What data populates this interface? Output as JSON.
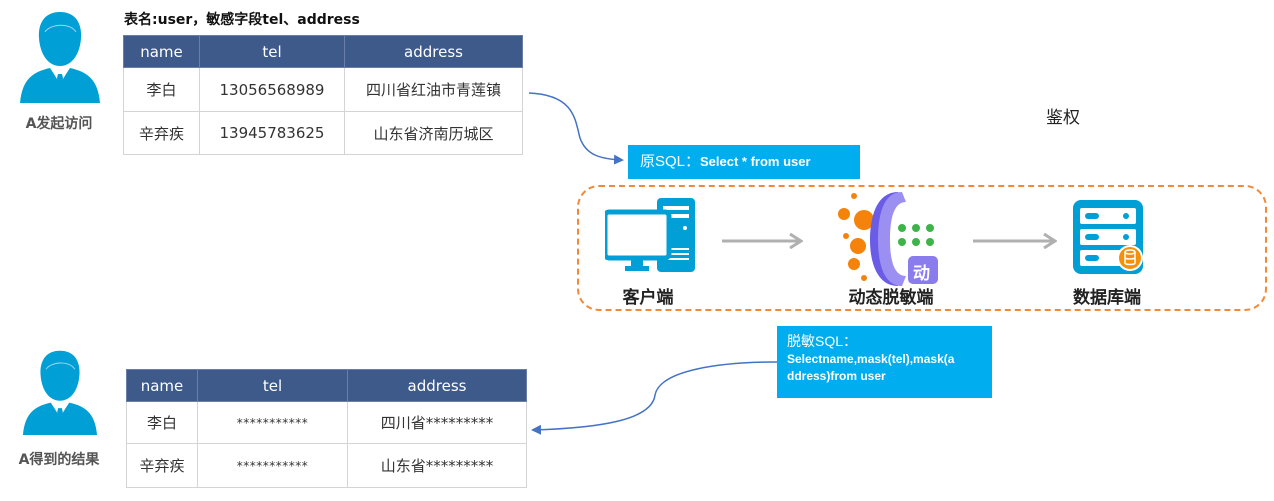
{
  "request_side": {
    "actor_label": "A发起访问",
    "table_title": "表名:user，敏感字段tel、address",
    "columns": [
      "name",
      "tel",
      "address"
    ],
    "rows": [
      [
        "李白",
        "13056568989",
        "四川省红油市青莲镇"
      ],
      [
        "辛弃疾",
        "13945783625",
        "山东省济南历城区"
      ]
    ]
  },
  "original_sql": {
    "prefix": "原SQL：",
    "query": "Select * from user"
  },
  "auth_label": "鉴权",
  "pipeline": {
    "nodes": [
      {
        "label": "客户端",
        "icon": "computer-icon"
      },
      {
        "label": "动态脱敏端",
        "icon": "dynamic-masking-icon",
        "badge": "动"
      },
      {
        "label": "数据库端",
        "icon": "database-server-icon"
      }
    ]
  },
  "masked_sql": {
    "prefix": "脱敏SQL：",
    "line1": "Selectname,mask(tel),mask(a",
    "line2": "ddress)from user"
  },
  "result_side": {
    "actor_label": "A得到的结果",
    "columns": [
      "name",
      "tel",
      "address"
    ],
    "rows": [
      [
        "李白",
        "***********",
        "四川省*********"
      ],
      [
        "辛弃疾",
        "***********",
        "山东省*********"
      ]
    ]
  },
  "colors": {
    "table_header": "#3d5a8a",
    "sql_box": "#00aeef",
    "person": "#00a0d6",
    "dashed_border": "#f08a3a",
    "connector": "#4472c4",
    "flow_arrow": "#b0b0b0"
  }
}
